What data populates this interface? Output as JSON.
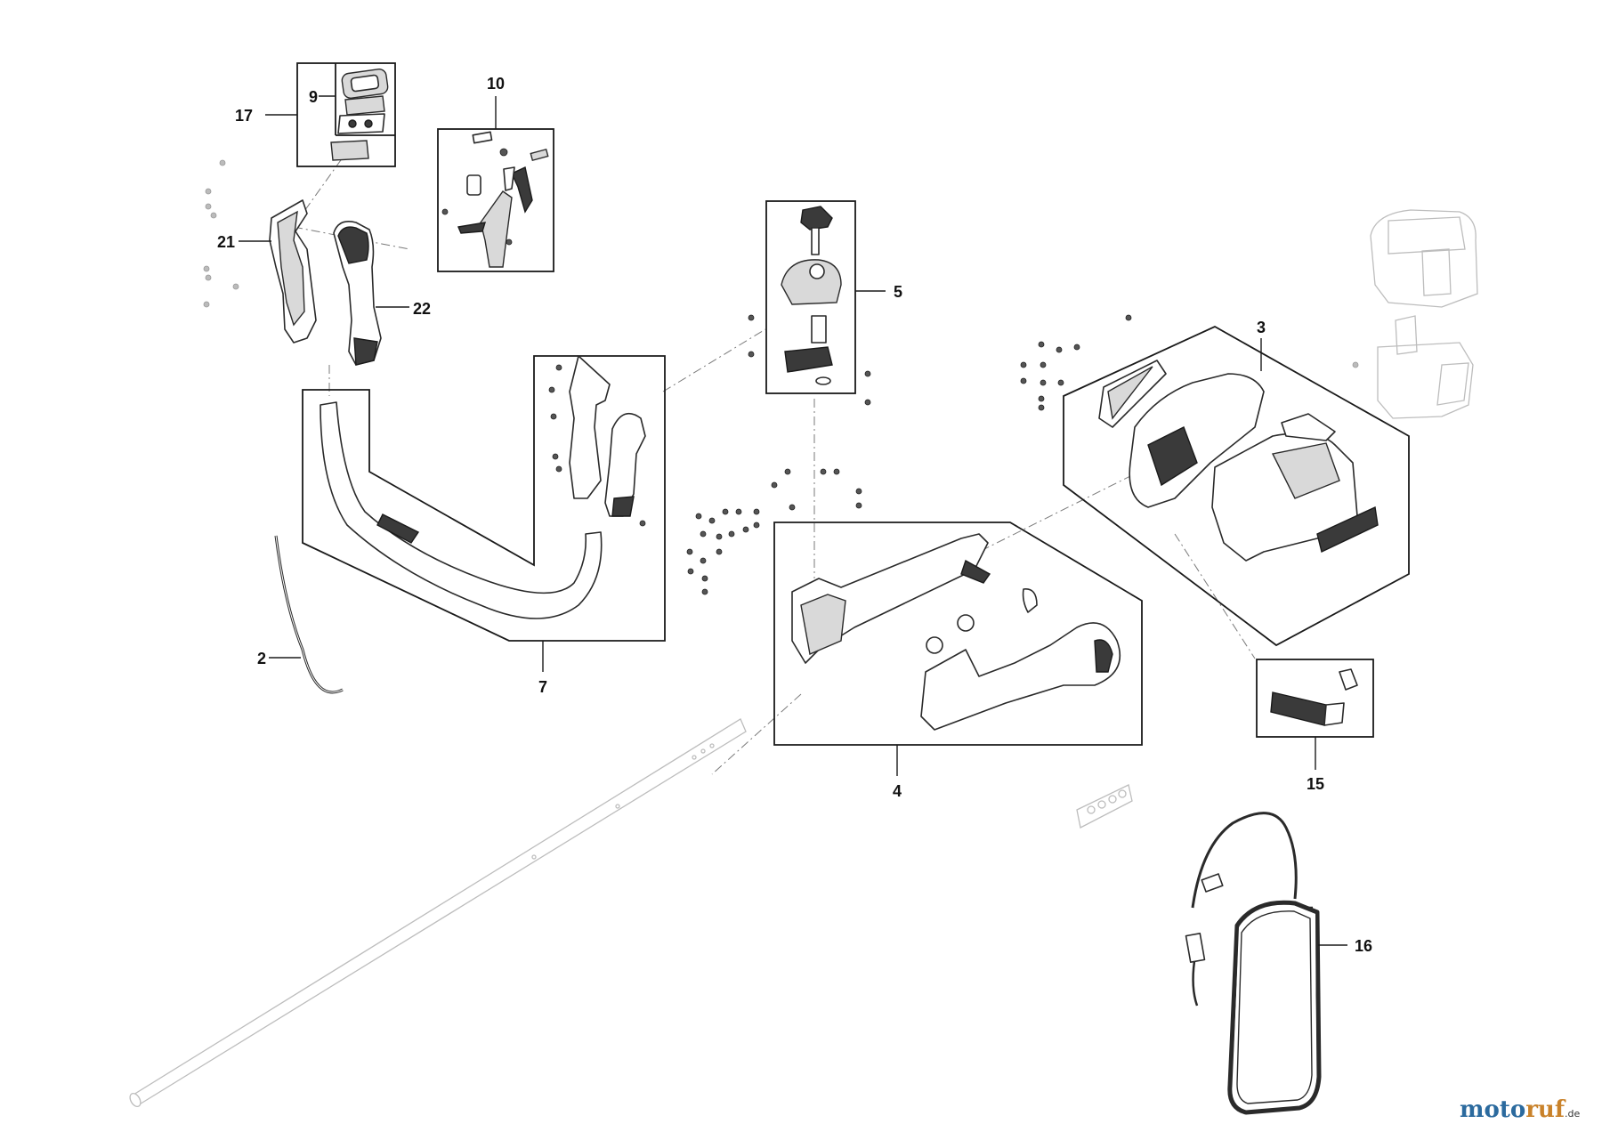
{
  "callouts": [
    {
      "id": "c17",
      "label": "17"
    },
    {
      "id": "c9",
      "label": "9"
    },
    {
      "id": "c10",
      "label": "10"
    },
    {
      "id": "c21",
      "label": "21"
    },
    {
      "id": "c22",
      "label": "22"
    },
    {
      "id": "c5",
      "label": "5"
    },
    {
      "id": "c3",
      "label": "3"
    },
    {
      "id": "c2",
      "label": "2"
    },
    {
      "id": "c7",
      "label": "7"
    },
    {
      "id": "c4",
      "label": "4"
    },
    {
      "id": "c15",
      "label": "15"
    },
    {
      "id": "c16",
      "label": "16"
    }
  ],
  "watermark": {
    "part1": "moto",
    "part2": "ruf",
    "suffix": ".de",
    "color_primary": "#2b6a9e",
    "color_secondary": "#c9822a"
  }
}
